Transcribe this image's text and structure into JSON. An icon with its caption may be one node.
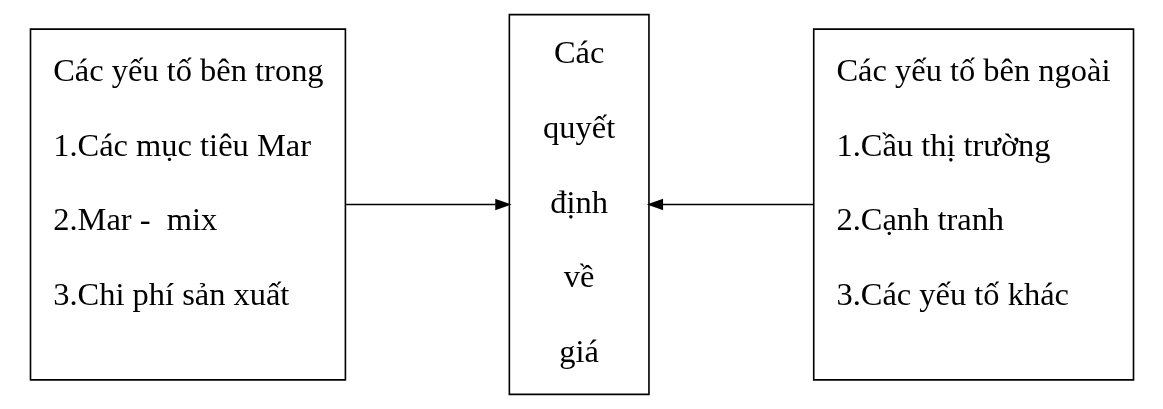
{
  "diagram": {
    "nodes": [
      {
        "text": [
          "Các yếu tố bên trong",
          "1.Các mục tiêu Mar",
          "2.Mar -  mix",
          "3.Chi phí sản xuất"
        ]
      },
      {
        "text": [
          "Các quyết định về giá"
        ]
      },
      {
        "text": [
          "Các yếu tố bên ngoài",
          "1.Cầu thị trường",
          "2.Cạnh tranh",
          "3.Các yếu tố khác"
        ]
      }
    ],
    "edges": [
      {
        "from": 0,
        "to": 1,
        "arrow": "to"
      },
      {
        "from": 2,
        "to": 1,
        "arrow": "to"
      }
    ]
  }
}
